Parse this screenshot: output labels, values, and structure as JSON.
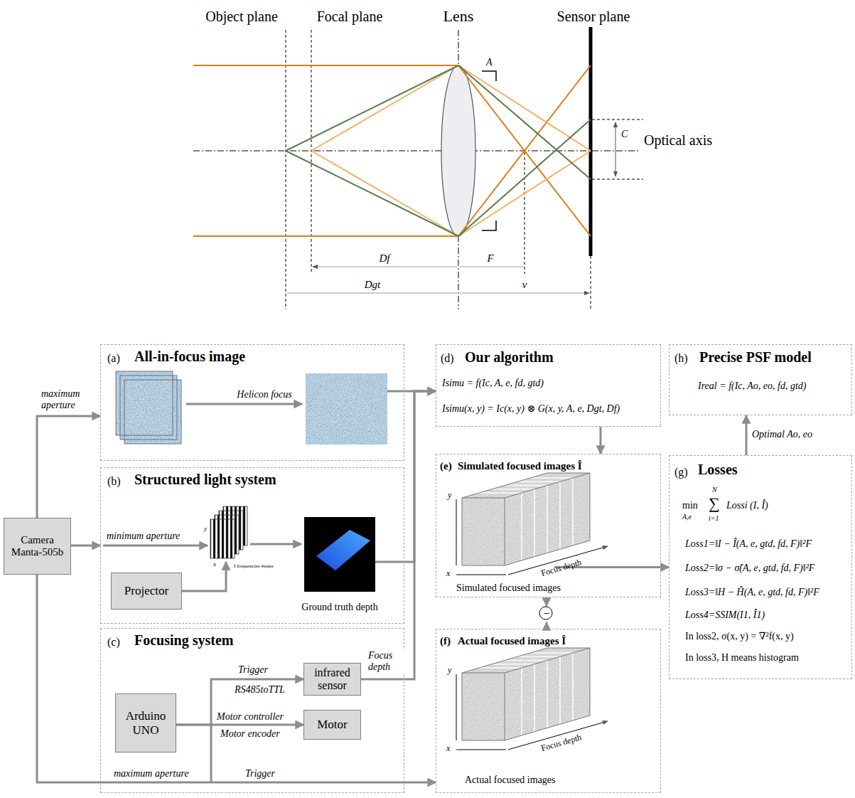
{
  "diagram": {
    "nodes": [
      {
        "text": [
          "Camera Manta-505b"
        ]
      },
      {
        "text": [
          "(a)",
          "All-in-focus image"
        ]
      },
      {
        "text": [
          "(b)",
          "Structured light system"
        ]
      },
      {
        "text": [
          "Projector"
        ],
        "in": 2
      },
      {
        "text": [
          "(c)",
          "Focusing system"
        ]
      },
      {
        "text": [
          "Arduino UNO"
        ],
        "in": 4
      },
      {
        "text": [
          "infrared sensor"
        ],
        "in": 4
      },
      {
        "text": [
          "Motor"
        ],
        "in": 4
      },
      {
        "text": [
          "(d)",
          "Our algorithm",
          "Isimu = f(Ic, A, e, fd, gtd)",
          "Isimu(x, y) = Ic(x, y) ⊗ G(x, y, A, e, Dgt, Df)"
        ]
      },
      {
        "text": [
          "(e)",
          "Simulated focused images Î",
          "Simulated focused images"
        ]
      },
      {
        "text": [
          "−"
        ]
      },
      {
        "text": [
          "(f)",
          "Actual focused images Î",
          "Actual focused images"
        ]
      },
      {
        "text": [
          "(h)",
          "Precise PSF model",
          "Ireal = f(Ic, Ao, eo, fd, gtd)"
        ]
      },
      {
        "text": [
          "(g)",
          "Losses",
          "min",
          "A,e",
          "N",
          "∑",
          "i=1",
          "Lossi (I, Î)",
          "Loss1=‖I − Î(A, e, gtd, fd, F)‖²F",
          "Loss2=‖σ − σ̂(A, e, gtd, fd, F)‖²F",
          "Loss3=‖H − Ĥ(A, e, gtd, fd, F)‖²F",
          "Loss4=SSIM(I1, Î1)",
          "In loss2, σ(x, y) = ∇²f(x, y)",
          "In loss3, H means histogram"
        ]
      }
    ],
    "edges": [
      {
        "from": 0,
        "to": 1,
        "arrow": "to",
        "label": "maximum aperture"
      },
      {
        "from": 0,
        "to": 2,
        "arrow": "to",
        "label": "minimum aperture"
      },
      {
        "from": 0,
        "to": 11,
        "arrow": "to",
        "label": "Trigger"
      },
      {
        "from": 5,
        "to": 6,
        "arrow": "to",
        "label": "Trigger"
      },
      {
        "from": 5,
        "to": 7,
        "arrow": "to",
        "label": "Motor controller"
      },
      {
        "from": 6,
        "to": 8,
        "arrow": "to",
        "label": "Focus depth"
      },
      {
        "from": 1,
        "to": 8,
        "arrow": "to"
      },
      {
        "from": 2,
        "to": 8,
        "arrow": "to"
      },
      {
        "from": 8,
        "to": 9,
        "arrow": "to"
      },
      {
        "from": 9,
        "to": 10,
        "arrow": "to"
      },
      {
        "from": 11,
        "to": 10,
        "arrow": "to"
      },
      {
        "from": 10,
        "to": 13,
        "arrow": "to"
      },
      {
        "from": 13,
        "to": 12,
        "arrow": "to",
        "label": "Optimal Ao, eo"
      }
    ],
    "labels": [
      "Object plane",
      "Focal plane",
      "Lens",
      "Sensor plane",
      "A",
      "C",
      "Optical axis",
      "Df",
      "F",
      "Dgt",
      "v",
      "Helicon focus",
      "x",
      "y",
      "3 frequencies 4steps",
      "Ground truth depth",
      "RS485toTTL",
      "Motor encoder",
      "maximum aperture",
      "x",
      "y",
      "Focus depth",
      "x",
      "y",
      "Focus depth"
    ]
  }
}
